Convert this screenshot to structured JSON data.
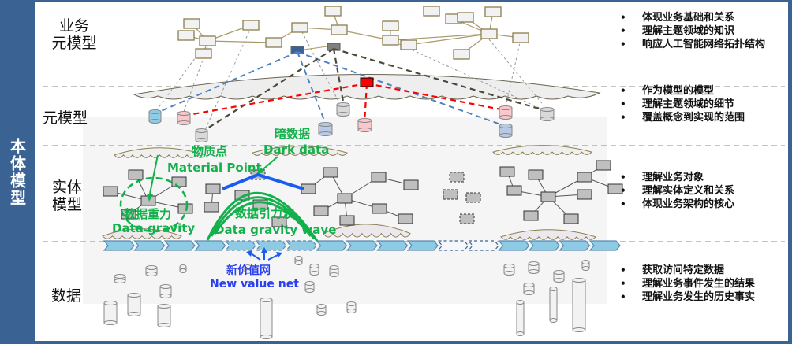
{
  "side_title": "本体模型",
  "layers": [
    {
      "id": "business-meta",
      "label_lines": [
        "业务",
        "元模型"
      ],
      "bullets": [
        "体现业务基础和关系",
        "理解主题领域的知识",
        "响应人工智能网络拓扑结构"
      ]
    },
    {
      "id": "meta",
      "label_lines": [
        "元模型"
      ],
      "bullets": [
        "作为模型的模型",
        "理解主题领域的细节",
        "覆盖概念到实现的范围"
      ]
    },
    {
      "id": "entity",
      "label_lines": [
        "实体",
        "模型"
      ],
      "bullets": [
        "理解业务对象",
        "理解实体定义和关系",
        "体现业务架构的核心"
      ]
    },
    {
      "id": "data",
      "label_lines": [
        "数据"
      ],
      "bullets": [
        "获取访问特定数据",
        "理解业务事件发生的结果",
        "理解业务发生的历史事实"
      ]
    }
  ],
  "annotations": {
    "material_point_cn": "物质点",
    "material_point_en": "Material Point",
    "dark_data_cn": "暗数据",
    "dark_data_en": "Dark data",
    "data_gravity_cn": "数据重力",
    "data_gravity_en": "Data gravity",
    "gravity_wave_cn": "数据引力波",
    "gravity_wave_en": "Data gravity wave",
    "value_net_cn": "新价值网",
    "value_net_en": "New value net"
  },
  "colors": {
    "frame": "#3a6394",
    "annotation_green": "#13b04b",
    "annotation_blue": "#2a3ff0",
    "meta_red": "#ff0000",
    "meta_blue": "#3a6394",
    "meta_gray": "#7f7f7f"
  }
}
